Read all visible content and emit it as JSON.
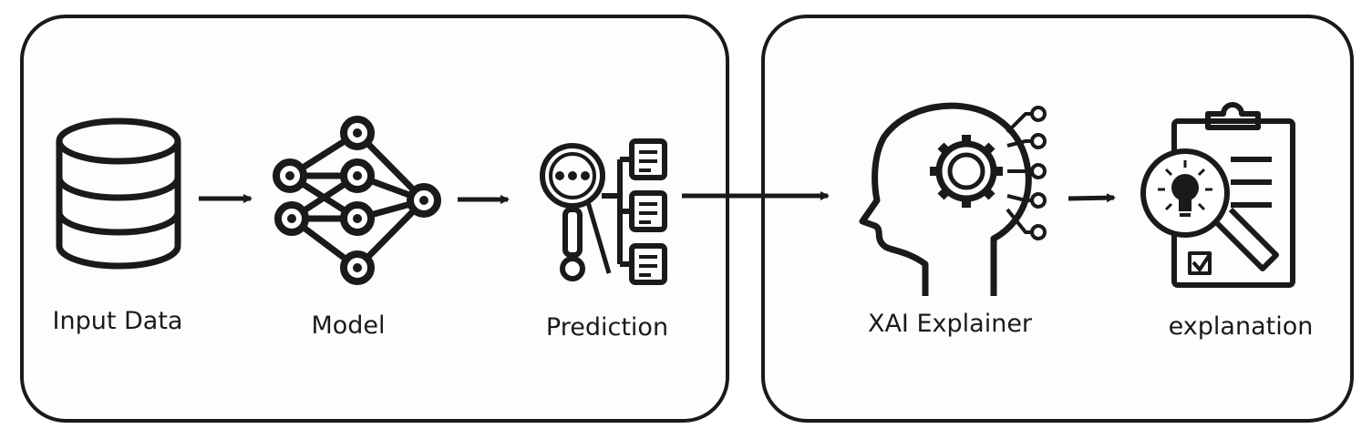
{
  "labels": {
    "input_data": "Input Data",
    "model": "Model",
    "prediction": "Prediction",
    "xai_explainer": "XAI Explainer",
    "explanation": "explanation"
  }
}
